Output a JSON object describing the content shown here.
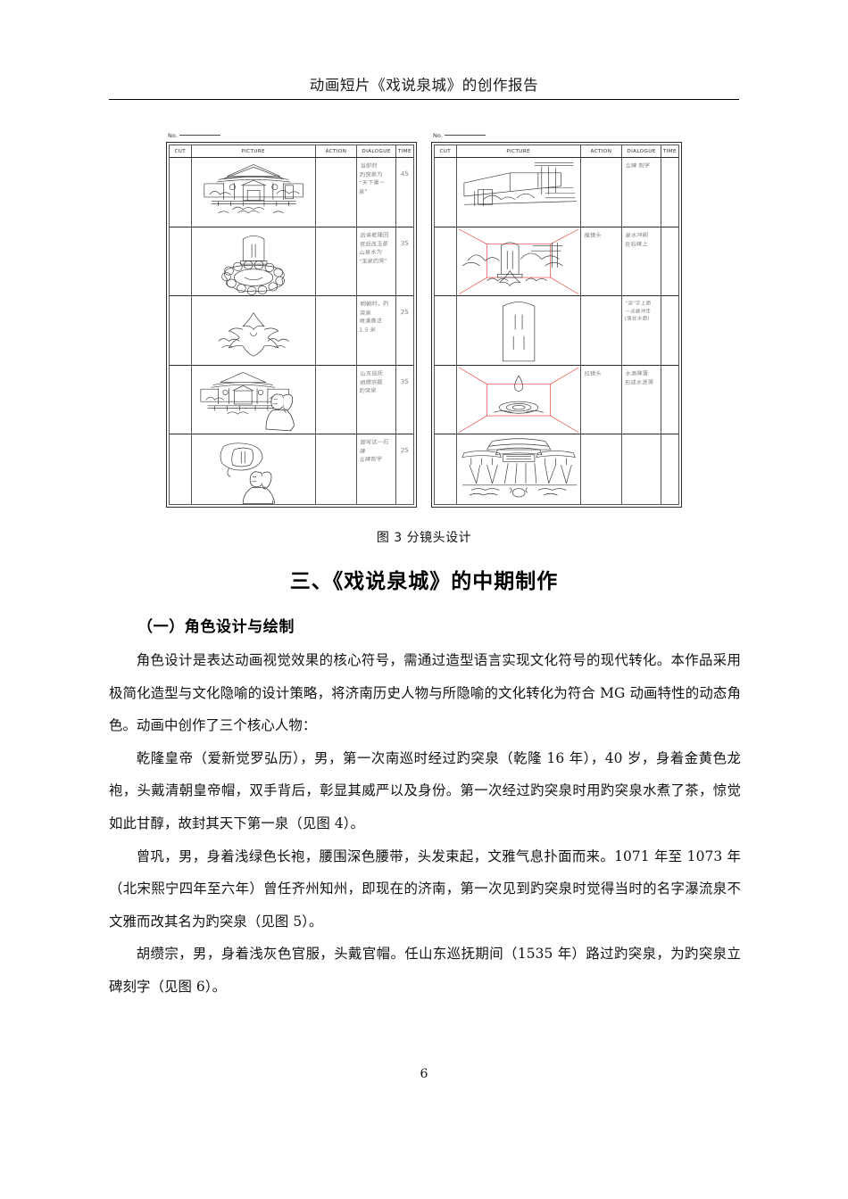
{
  "header": {
    "title": "动画短片《戏说泉城》的创作报告"
  },
  "figure": {
    "caption": "图 3  分镜头设计",
    "storyboard_sheets": [
      {
        "sheet_label": "No.",
        "columns": [
          "CUT",
          "PICTURE",
          "ACTION",
          "DIALOGUE",
          "TIME"
        ],
        "rows": [
          {
            "cut": "",
            "picture_desc": "趵突泉泺源堂古建筑群全景线稿",
            "action": "",
            "dialogue": "当即封\n趵突泉为\n\"天下第一泉\"",
            "time": "4S"
          },
          {
            "cut": "",
            "picture_desc": "泉池与石碑线稿",
            "action": "",
            "dialogue": "后来乾隆回\n宫后改玉泉\n山泉水为\n\"玉泉趵突\"",
            "time": "3S"
          },
          {
            "cut": "",
            "picture_desc": "祥云纹样与泉涌图案",
            "action": "",
            "dialogue": "明朝时，趵突泉\n喷涌高达 1.5 米",
            "time": "2S"
          },
          {
            "cut": "",
            "picture_desc": "古建筑前人物侧身站立",
            "action": "",
            "dialogue": "山东巡抚\n胡缵宗题\n趵突泉",
            "time": "3S"
          },
          {
            "cut": "",
            "picture_desc": "人物与趵突泉石碑对话框",
            "action": "",
            "dialogue": "题写这一石碑\n立碑刻字",
            "time": "2S"
          }
        ]
      },
      {
        "sheet_label": "No.",
        "columns": [
          "CUT",
          "PICTURE",
          "ACTION",
          "DIALOGUE",
          "TIME"
        ],
        "rows": [
          {
            "cut": "",
            "picture_desc": "亭台梁架与远山线稿",
            "action": "",
            "dialogue": "立碑 刻字",
            "time": ""
          },
          {
            "cut": "",
            "picture_desc": "趵突泉石碑与山峦，红色推镜透视线",
            "action": "推镜头",
            "dialogue": "泉水冲刷\n在石碑上",
            "time": ""
          },
          {
            "cut": "",
            "picture_desc": "石碑特写，趵突泉三字",
            "action": "",
            "dialogue": "\"突\"字上面\n一点被冲走\n(落在水面)",
            "time": ""
          },
          {
            "cut": "",
            "picture_desc": "水滴落入水面涟漪，红色透视线",
            "action": "拉镜头",
            "dialogue": "水滴降落\n形成水涟漪",
            "time": ""
          },
          {
            "cut": "",
            "picture_desc": "泺源堂建筑仰视与水纹",
            "action": "",
            "dialogue": "",
            "time": ""
          }
        ]
      }
    ]
  },
  "headings": {
    "section": "三、《戏说泉城》的中期制作",
    "subsection": "（一）角色设计与绘制"
  },
  "paragraphs": [
    "角色设计是表达动画视觉效果的核心符号，需通过造型语言实现文化符号的现代转化。本作品采用极简化造型与文化隐喻的设计策略，将济南历史人物与所隐喻的文化转化为符合 MG 动画特性的动态角色。动画中创作了三个核心人物：",
    "乾隆皇帝（爱新觉罗弘历），男，第一次南巡时经过趵突泉（乾隆 16 年），40 岁，身着金黄色龙袍，头戴清朝皇帝帽，双手背后，彰显其威严以及身份。第一次经过趵突泉时用趵突泉水煮了茶，惊觉如此甘醇，故封其天下第一泉（见图 4）。",
    "曾巩，男，身着浅绿色长袍，腰围深色腰带，头发束起，文雅气息扑面而来。1071 年至 1073 年（北宋熙宁四年至六年）曾任齐州知州，即现在的济南，第一次见到趵突泉时觉得当时的名字瀑流泉不文雅而改其名为趵突泉（见图 5）。",
    "胡缵宗，男，身着浅灰色官服，头戴官帽。任山东巡抚期间（1535 年）路过趵突泉，为趵突泉立碑刻字（见图 6）。"
  ],
  "footer": {
    "page_number": "6"
  },
  "colors": {
    "text": "#121212",
    "rule": "#000000",
    "annotation_red": "#e8453c",
    "handwriting": "#6d6d6d"
  }
}
